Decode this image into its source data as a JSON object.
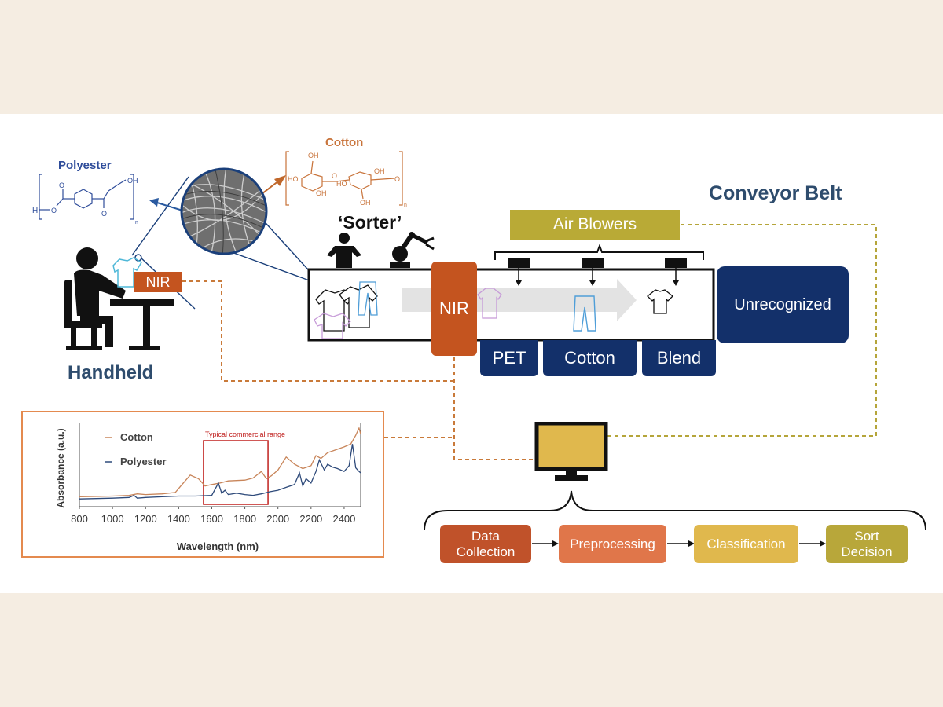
{
  "labels": {
    "polyester": "Polyester",
    "cotton": "Cotton",
    "sorter": "‘Sorter’",
    "conveyor_belt": "Conveyor Belt",
    "air_blowers": "Air Blowers",
    "nir_handheld": "NIR",
    "nir_conveyor": "NIR",
    "handheld": "Handheld",
    "unrecognized": "Unrecognized"
  },
  "bins": [
    "PET",
    "Cotton",
    "Blend"
  ],
  "pipeline": [
    {
      "label": "Data\nCollection",
      "color": "#c0522a"
    },
    {
      "label": "Preprocessing",
      "color": "#e0764a"
    },
    {
      "label": "Classification",
      "color": "#e0b84d"
    },
    {
      "label": "Sort\nDecision",
      "color": "#b8a73a"
    }
  ],
  "colors": {
    "navy": "#13306a",
    "nir_orange": "#c4541f",
    "air_blower_olive": "#b9aa36",
    "heading_blue": "#2e4c6d",
    "cotton_brown": "#c8733a",
    "dashed_orange": "#c97a3a",
    "dashed_olive": "#b5a53a"
  },
  "chart_data": {
    "type": "line",
    "xlabel": "Wavelength (nm)",
    "ylabel": "Absorbance (a.u.)",
    "xlim": [
      800,
      2500
    ],
    "xticks": [
      800,
      1000,
      1200,
      1400,
      1600,
      1800,
      2000,
      2200,
      2400
    ],
    "legend_position": "top-left",
    "annotation": "Typical commercial range",
    "highlight_range": [
      1550,
      1940
    ],
    "series": [
      {
        "name": "Cotton",
        "color": "#c8855a",
        "x": [
          800,
          1000,
          1100,
          1150,
          1200,
          1300,
          1380,
          1420,
          1470,
          1520,
          1560,
          1600,
          1650,
          1700,
          1800,
          1850,
          1900,
          1930,
          1960,
          2000,
          2050,
          2100,
          2150,
          2200,
          2230,
          2260,
          2300,
          2350,
          2400,
          2440,
          2470,
          2490,
          2500
        ],
        "y": [
          0.05,
          0.06,
          0.07,
          0.09,
          0.08,
          0.09,
          0.11,
          0.22,
          0.35,
          0.3,
          0.2,
          0.22,
          0.24,
          0.27,
          0.28,
          0.31,
          0.4,
          0.3,
          0.34,
          0.42,
          0.6,
          0.5,
          0.44,
          0.48,
          0.62,
          0.58,
          0.66,
          0.7,
          0.74,
          0.78,
          0.9,
          1.0,
          0.92
        ]
      },
      {
        "name": "Polyester",
        "color": "#2e4a7a",
        "x": [
          800,
          1000,
          1100,
          1130,
          1150,
          1200,
          1300,
          1400,
          1500,
          1600,
          1640,
          1660,
          1680,
          1700,
          1750,
          1800,
          1850,
          1900,
          1950,
          2000,
          2050,
          2100,
          2130,
          2150,
          2170,
          2200,
          2230,
          2250,
          2280,
          2300,
          2330,
          2360,
          2400,
          2430,
          2450,
          2470,
          2490,
          2500
        ],
        "y": [
          0.02,
          0.03,
          0.04,
          0.07,
          0.03,
          0.04,
          0.05,
          0.06,
          0.06,
          0.07,
          0.24,
          0.1,
          0.14,
          0.08,
          0.1,
          0.08,
          0.07,
          0.09,
          0.12,
          0.14,
          0.18,
          0.22,
          0.38,
          0.2,
          0.3,
          0.24,
          0.4,
          0.56,
          0.42,
          0.5,
          0.46,
          0.44,
          0.4,
          0.48,
          0.78,
          0.45,
          0.4,
          0.38
        ]
      }
    ]
  }
}
